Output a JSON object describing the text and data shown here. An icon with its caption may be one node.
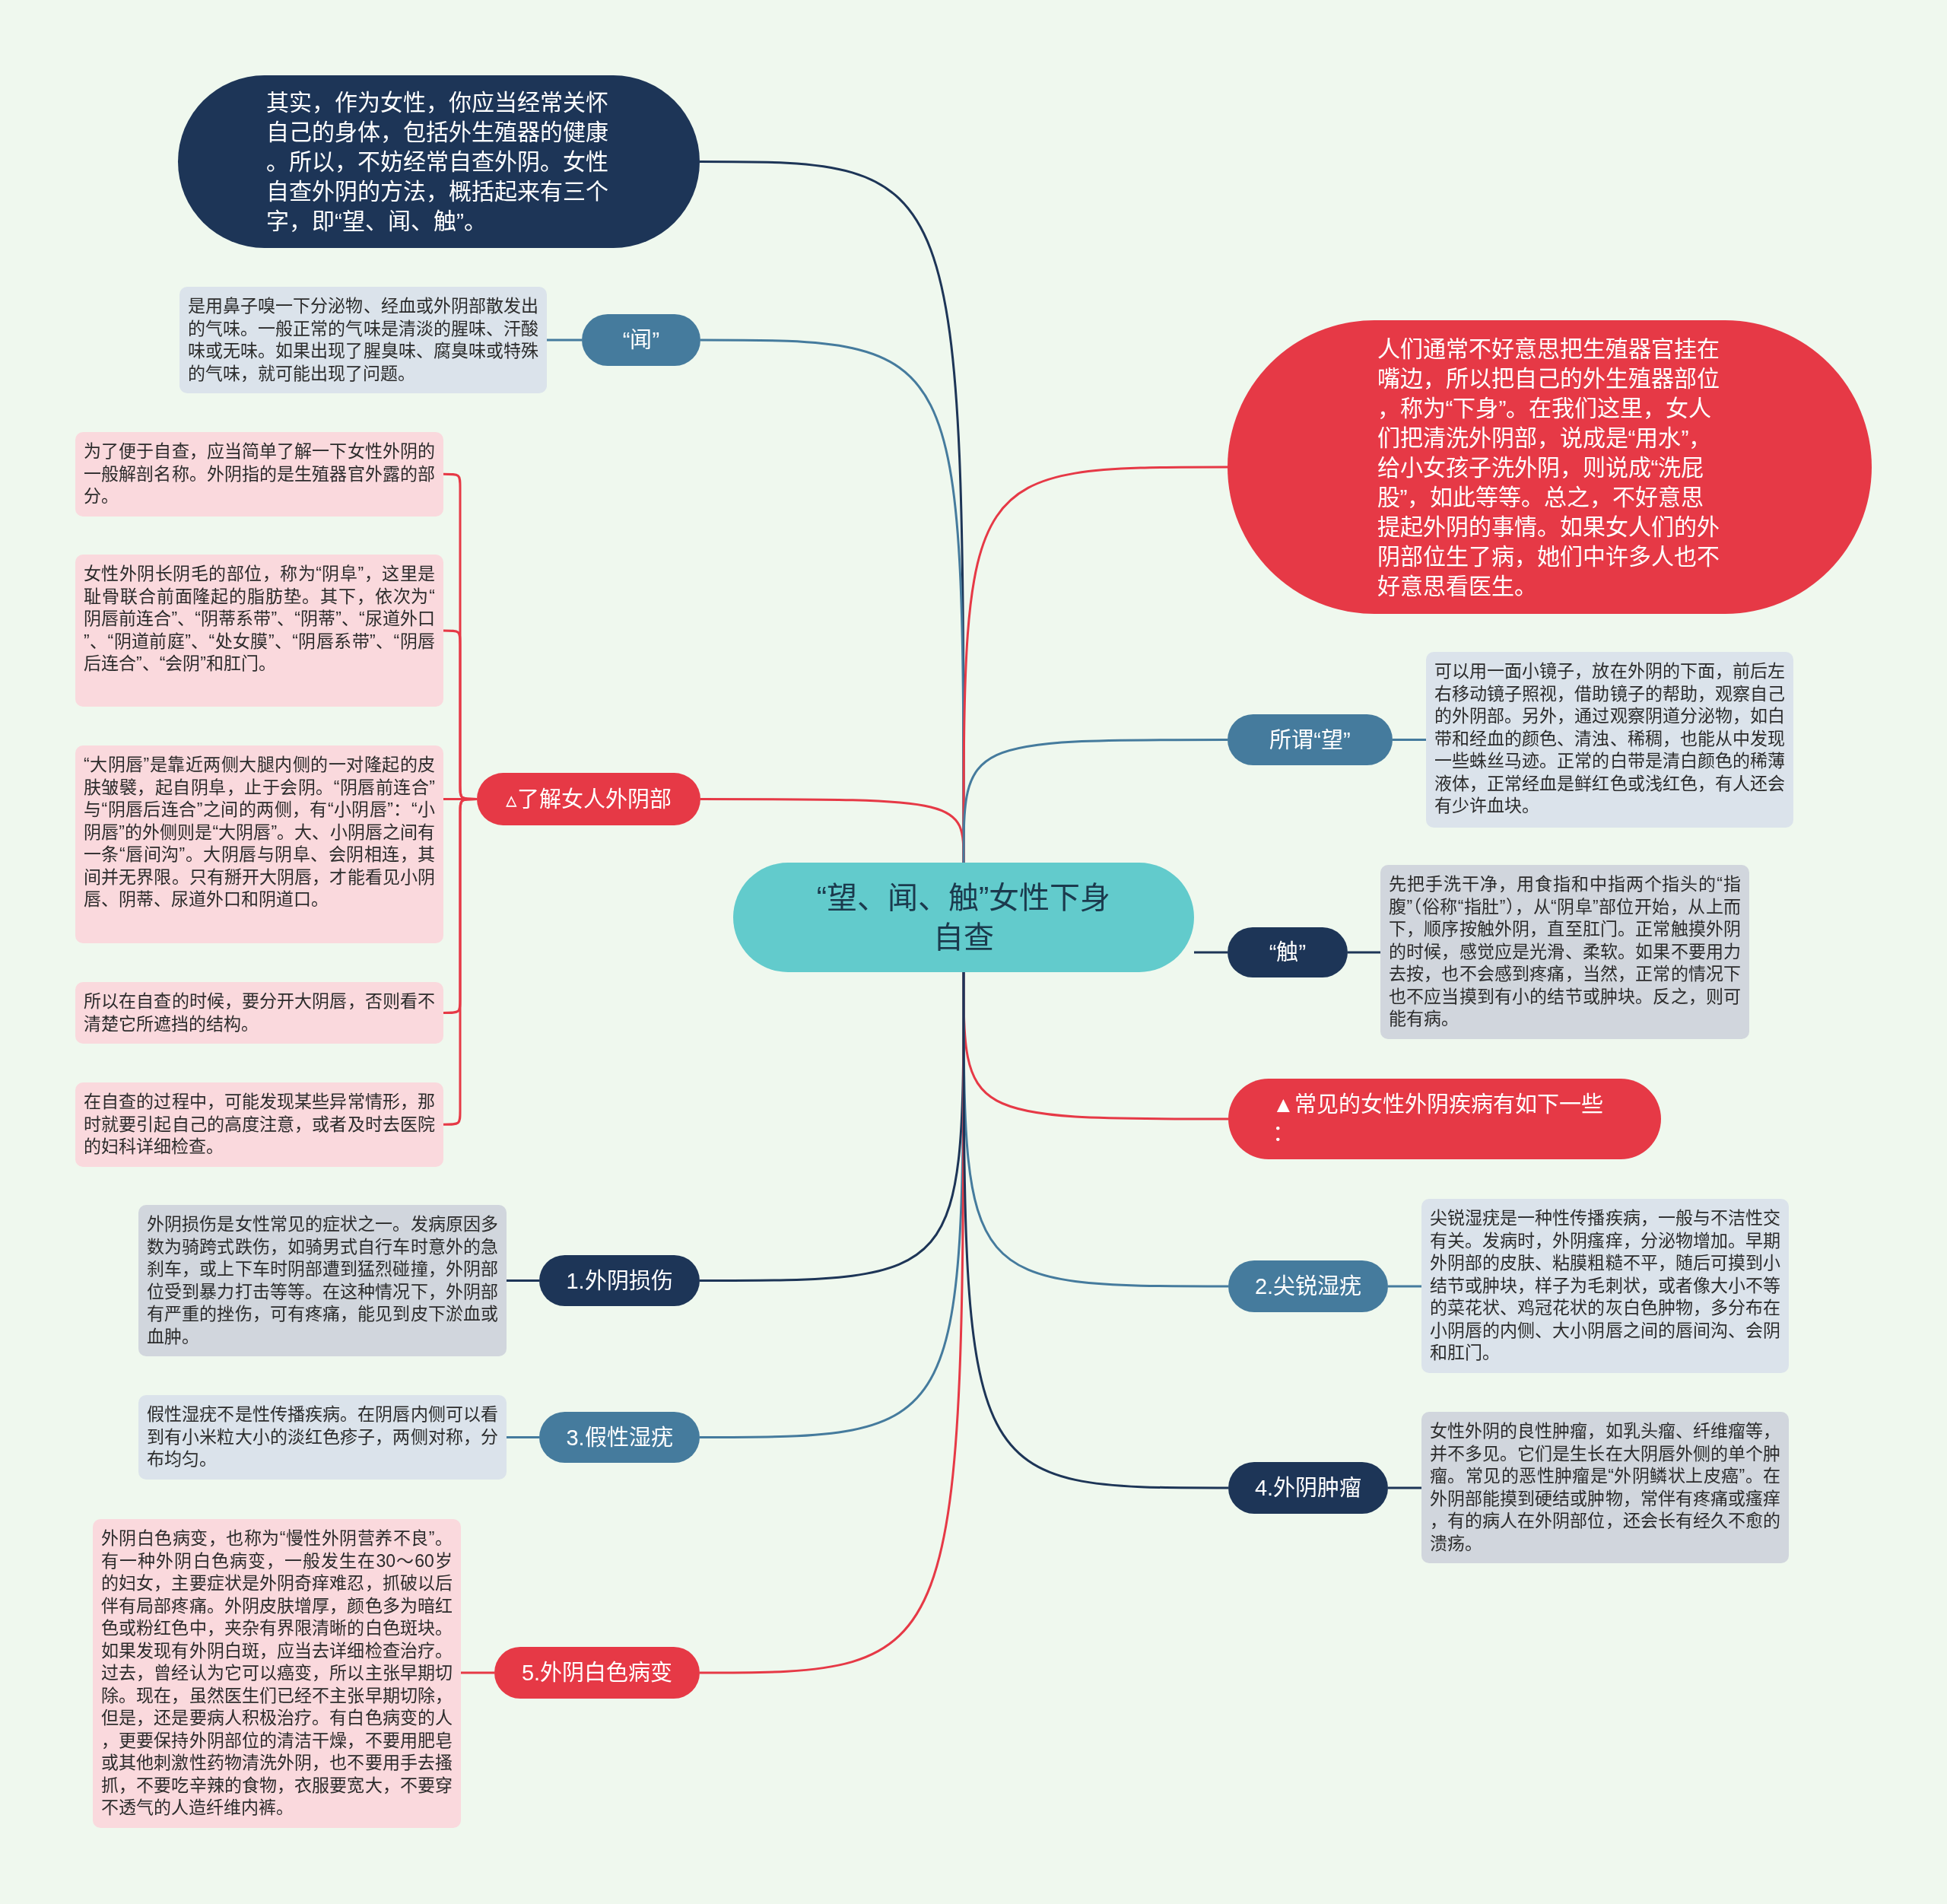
{
  "diagram": {
    "nodes": [
      {
        "text": [
          "“望、闻、触”女性下身自查"
        ]
      },
      {
        "text": [
          "其实，作为女性，你应当经常关怀自己的身体，包括外生殖器的健康。所以，不妨经常自查外阴。女性自查外阴的方法，概括起来有三个字，即“望、闻、触”。"
        ]
      },
      {
        "text": [
          "“闻”"
        ]
      },
      {
        "text": [
          "是用鼻子嗅一下分泌物、经血或外阴部散发出的气味。一般正常的气味是清淡的腥味、汗酸味或无味。如果出现了腥臭味、腐臭味或特殊的气味，就可能出现了问题。"
        ]
      },
      {
        "text": [
          "▵了解女人外阴部"
        ]
      },
      {
        "text": [
          "为了便于自查，应当简单了解一下女性外阴的一般解剖名称。外阴指的是生殖器官外露的部分。"
        ]
      },
      {
        "text": [
          "女性外阴长阴毛的部位，称为“阴阜”，这里是耻骨联合前面隆起的脂肪垫。其下，依次为“阴唇前连合”、“阴蒂系带”、“阴蒂”、“尿道外口”、“阴道前庭”、“处女膜”、“阴唇系带”、“阴唇后连合”、“会阴”和肛门。"
        ]
      },
      {
        "text": [
          "“大阴唇”是靠近两侧大腿内侧的一对隆起的皮肤皱襞，起自阴阜，止于会阴。“阴唇前连合”与“阴唇后连合”之间的两侧，有“小阴唇”：“小阴唇”的外侧则是“大阴唇”。大、小阴唇之间有一条“唇间沟”。大阴唇与阴阜、会阴相连，其间并无界限。只有掰开大阴唇，才能看见小阴唇、阴蒂、尿道外口和阴道口。"
        ]
      },
      {
        "text": [
          "所以在自查的时候，要分开大阴唇，否则看不清楚它所遮挡的结构。"
        ]
      },
      {
        "text": [
          "在自查的过程中，可能发现某些异常情形，那时就要引起自己的高度注意，或者及时去医院的妇科详细检查。"
        ]
      },
      {
        "text": [
          "1.外阴损伤"
        ]
      },
      {
        "text": [
          "外阴损伤是女性常见的症状之一。发病原因多数为骑跨式跌伤，如骑男式自行车时意外的急刹车，或上下车时阴部遭到猛烈碰撞，外阴部位受到暴力打击等等。在这种情况下，外阴部有严重的挫伤，可有疼痛，能见到皮下淤血或血肿。"
        ]
      },
      {
        "text": [
          "3.假性湿疣"
        ]
      },
      {
        "text": [
          "假性湿疣不是性传播疾病。在阴唇内侧可以看到有小米粒大小的淡红色疹子，两侧对称，分布均匀。"
        ]
      },
      {
        "text": [
          "5.外阴白色病变"
        ]
      },
      {
        "text": [
          "外阴白色病变，也称为“慢性外阴营养不良”。有一种外阴白色病变，一般发生在30～60岁的妇女，主要症状是外阴奇痒难忍，抓破以后伴有局部疼痛。外阴皮肤增厚，颜色多为暗红色或粉红色中，夹杂有界限清晰的白色斑块。如果发现有外阴白斑，应当去详细检查治疗。过去，曾经认为它可以癌变，所以主张早期切除。现在，虽然医生们已经不主张早期切除，但是，还是要病人积极治疗。有白色病变的人，更要保持外阴部位的清洁干燥，不要用肥皂或其他刺激性药物清洗外阴，也不要用手去搔抓，不要吃辛辣的食物，衣服要宽大，不要穿不透气的人造纤维内裤。"
        ]
      },
      {
        "text": [
          "人们通常不好意思把生殖器官挂在嘴边，所以把自己的外生殖器部位，称为“下身”。在我们这里，女人们把清洗外阴部，说成是“用水”，给小女孩子洗外阴，则说成“洗屁股”，如此等等。总之，不好意思提起外阴的事情。如果女人们的外阴部位生了病，她们中许多人也不好意思看医生。"
        ]
      },
      {
        "text": [
          "所谓“望”"
        ]
      },
      {
        "text": [
          "可以用一面小镜子，放在外阴的下面，前后左右移动镜子照视，借助镜子的帮助，观察自己的外阴部。另外，通过观察阴道分泌物，如白带和经血的颜色、清浊、稀稠，也能从中发现一些蛛丝马迹。正常的白带是清白颜色的稀薄液体，正常经血是鲜红色或浅红色，有人还会有少许血块。"
        ]
      },
      {
        "text": [
          "“触”"
        ]
      },
      {
        "text": [
          "先把手洗干净，用食指和中指两个指头的“指腹”（俗称“指肚”），从“阴阜”部位开始，从上而下，顺序按触外阴，直至肛门。正常触摸外阴的时候，感觉应是光滑、柔软。如果不要用力去按，也不会感到疼痛，当然，正常的情况下也不应当摸到有小的结节或肿块。反之，则可能有病。"
        ]
      },
      {
        "text": [
          "▲常见的女性外阴疾病有如下一些："
        ]
      },
      {
        "text": [
          "2.尖锐湿疣"
        ]
      },
      {
        "text": [
          "尖锐湿疣是一种性传播疾病，一般与不洁性交有关。发病时，外阴瘙痒，分泌物增加。早期外阴部的皮肤、粘膜粗糙不平，随后可摸到小结节或肿块，样子为毛刺状，或者像大小不等的菜花状、鸡冠花状的灰白色肿物，多分布在小阴唇的内侧、大小阴唇之间的唇间沟、会阴和肛门。"
        ]
      },
      {
        "text": [
          "4.外阴肿瘤"
        ]
      },
      {
        "text": [
          "女性外阴的良性肿瘤，如乳头瘤、纤维瘤等，并不多见。它们是生长在大阴唇外侧的单个肿瘤。常见的恶性肿瘤是“外阴鳞状上皮癌”。在外阴部能摸到硬结或肿物，常伴有疼痛或瘙痒，有的病人在外阴部位，还会长有经久不愈的溃疡。"
        ]
      }
    ],
    "edges": [
      {
        "from": 0,
        "to": 1,
        "arrow": "none",
        "color": "#1d3557"
      },
      {
        "from": 0,
        "to": 2,
        "arrow": "none",
        "color": "#457b9d"
      },
      {
        "from": 2,
        "to": 3,
        "arrow": "none",
        "color": "#457b9d"
      },
      {
        "from": 0,
        "to": 4,
        "arrow": "none"
      },
      {
        "from": 4,
        "to": 5,
        "arrow": "none"
      },
      {
        "from": 4,
        "to": 6,
        "arrow": "none"
      },
      {
        "from": 4,
        "to": 7,
        "arrow": "none"
      },
      {
        "from": 4,
        "to": 8,
        "arrow": "none"
      },
      {
        "from": 4,
        "to": 9,
        "arrow": "none"
      },
      {
        "from": 0,
        "to": 10,
        "arrow": "none",
        "color": "#1d3557"
      },
      {
        "from": 10,
        "to": 11,
        "arrow": "none",
        "color": "#1d3557"
      },
      {
        "from": 0,
        "to": 12,
        "arrow": "none",
        "color": "#457b9d"
      },
      {
        "from": 12,
        "to": 13,
        "arrow": "none",
        "color": "#457b9d"
      },
      {
        "from": 0,
        "to": 14,
        "arrow": "none"
      },
      {
        "from": 14,
        "to": 15,
        "arrow": "none"
      },
      {
        "from": 0,
        "to": 16,
        "arrow": "none"
      },
      {
        "from": 0,
        "to": 17,
        "arrow": "none",
        "color": "#457b9d"
      },
      {
        "from": 17,
        "to": 18,
        "arrow": "none",
        "color": "#457b9d"
      },
      {
        "from": 0,
        "to": 19,
        "arrow": "none",
        "color": "#1d3557"
      },
      {
        "from": 19,
        "to": 20,
        "arrow": "none",
        "color": "#1d3557"
      },
      {
        "from": 0,
        "to": 21,
        "arrow": "none"
      },
      {
        "from": 0,
        "to": 22,
        "arrow": "none",
        "color": "#457b9d"
      },
      {
        "from": 22,
        "to": 23,
        "arrow": "none",
        "color": "#457b9d"
      },
      {
        "from": 0,
        "to": 24,
        "arrow": "none",
        "color": "#1d3557"
      },
      {
        "from": 24,
        "to": 25,
        "arrow": "none",
        "color": "#1d3557"
      }
    ]
  }
}
